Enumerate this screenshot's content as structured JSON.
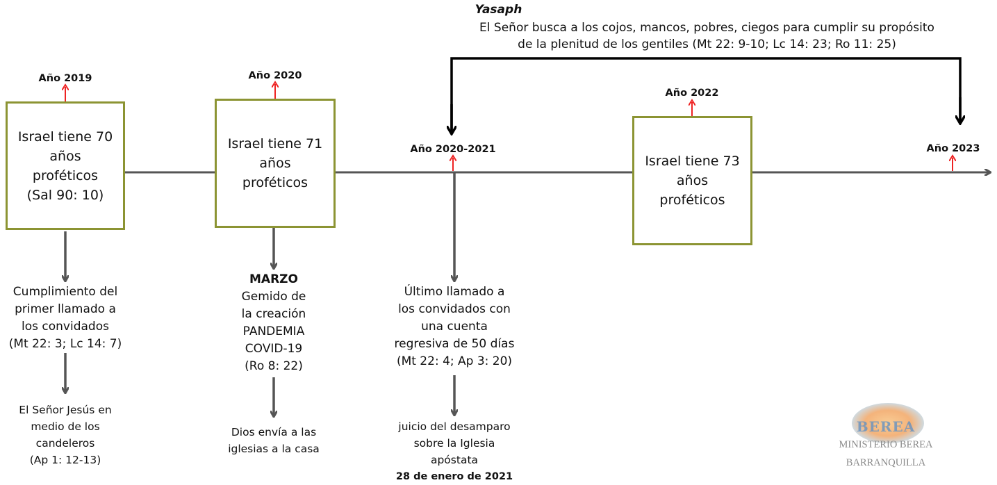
{
  "header": {
    "title": "Yasaph",
    "line1": "El Señor busca a los cojos, mancos, pobres, ciegos para cumplir su propósito",
    "line2": "de la plenitud de los gentiles (Mt 22: 9-10; Lc 14: 23; Ro 11: 25)"
  },
  "years": {
    "y2019": "Año 2019",
    "y2020": "Año 2020",
    "y2020_2021": "Año 2020-2021",
    "y2022": "Año 2022",
    "y2023": "Año 2023"
  },
  "boxes": {
    "box2019": [
      "Israel tiene 70",
      "años",
      "proféticos",
      "(Sal 90: 10)"
    ],
    "box2020": [
      "Israel tiene 71",
      "años",
      "proféticos"
    ],
    "box2022": [
      "Israel tiene 73",
      "años",
      "proféticos"
    ]
  },
  "notes": {
    "n2019a": [
      "Cumplimiento del",
      "primer llamado a",
      "los convidados",
      "(Mt 22: 3; Lc 14: 7)"
    ],
    "n2019b": [
      "El Señor Jesús en",
      "medio de los",
      "candeleros",
      "(Ap 1: 12-13)"
    ],
    "n2020a_title": "MARZO",
    "n2020a": [
      "Gemido de",
      "la creación",
      "PANDEMIA",
      "COVID-19",
      "(Ro 8: 22)"
    ],
    "n2020b": [
      "Dios envía a las",
      "iglesias a la casa"
    ],
    "n2021a": [
      "Último llamado a",
      "los convidados con",
      "una cuenta",
      "regresiva de 50 días",
      "(Mt 22: 4; Ap 3: 20)"
    ],
    "n2021b": [
      "juicio del desamparo",
      "sobre la Iglesia",
      "apóstata"
    ],
    "n2021b_date": "28 de enero de 2021"
  },
  "logo": {
    "word": "BEREA",
    "line1": "MINISTERIO BEREA",
    "line2": "BARRANQUILLA"
  },
  "colors": {
    "box_border": "#8c9433",
    "timeline": "#555555",
    "year_arrow": "#ee2222",
    "bracket": "#000000"
  }
}
